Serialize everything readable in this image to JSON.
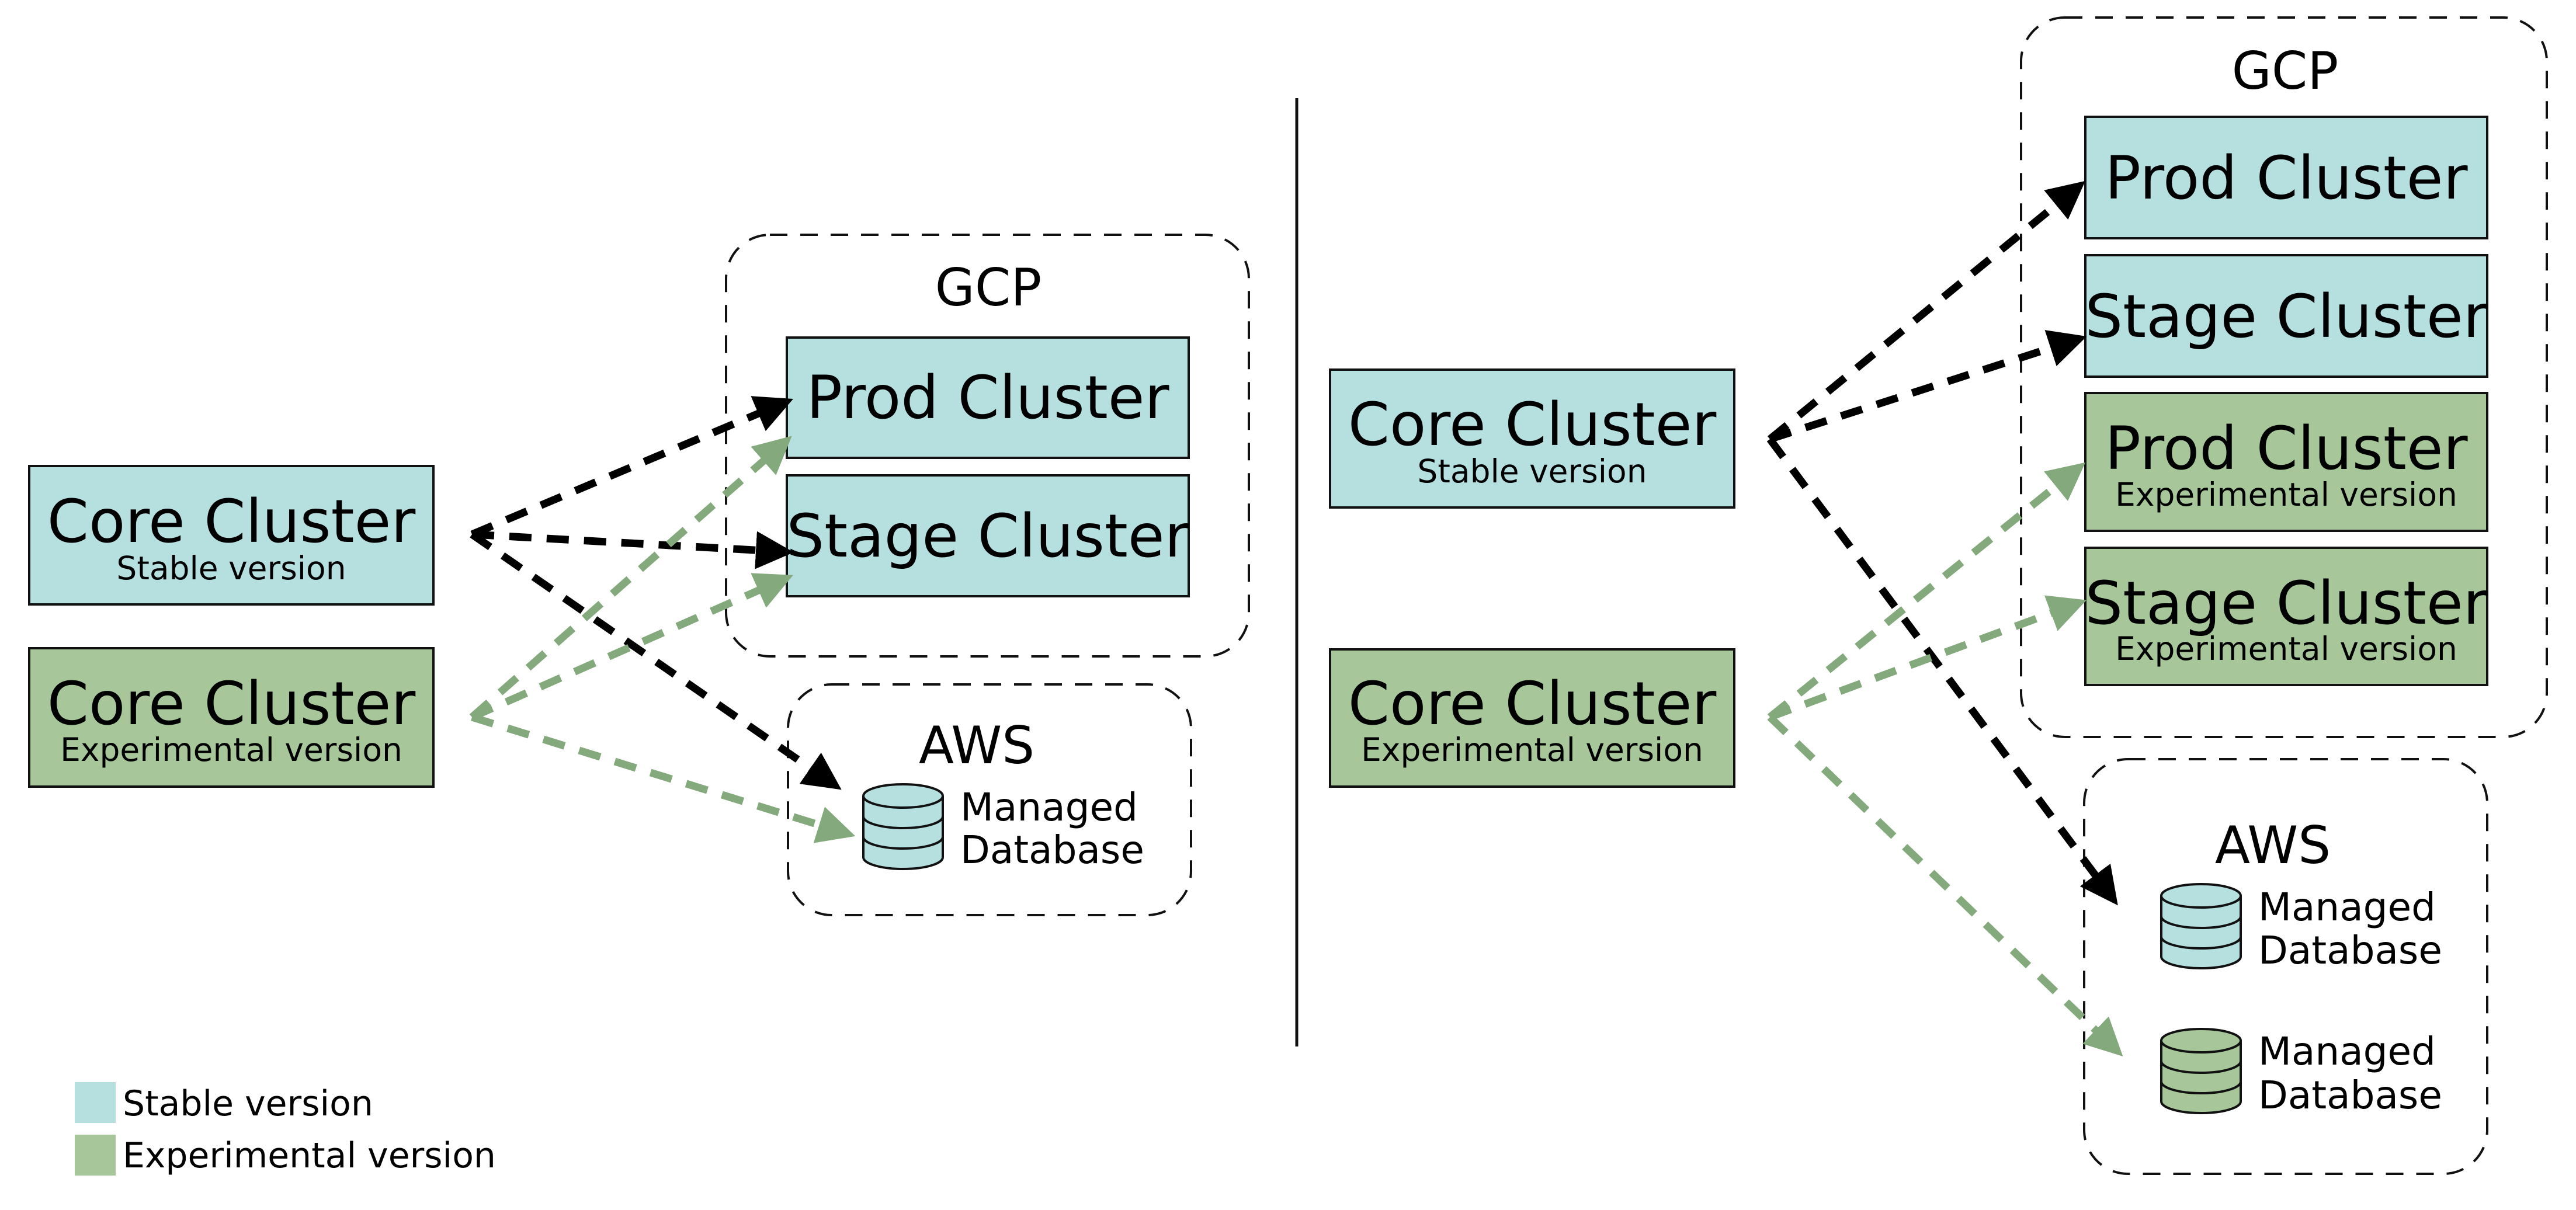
{
  "colors": {
    "stable": "#b6e0e0",
    "experimental": "#a7c79a",
    "stable_arrow": "#000000",
    "experimental_arrow": "#84a97c",
    "stroke": "#111111"
  },
  "left": {
    "core_stable": {
      "title": "Core Cluster",
      "subtitle": "Stable version"
    },
    "core_experimental": {
      "title": "Core Cluster",
      "subtitle": "Experimental version"
    },
    "gcp": {
      "title": "GCP",
      "prod": {
        "title": "Prod Cluster"
      },
      "stage": {
        "title": "Stage Cluster"
      }
    },
    "aws": {
      "title": "AWS",
      "db": {
        "label_line1": "Managed",
        "label_line2": "Database"
      }
    }
  },
  "right": {
    "core_stable": {
      "title": "Core Cluster",
      "subtitle": "Stable version"
    },
    "core_experimental": {
      "title": "Core Cluster",
      "subtitle": "Experimental version"
    },
    "gcp": {
      "title": "GCP",
      "prod_stable": {
        "title": "Prod Cluster"
      },
      "stage_stable": {
        "title": "Stage Cluster"
      },
      "prod_experimental": {
        "title": "Prod Cluster",
        "subtitle": "Experimental version"
      },
      "stage_experimental": {
        "title": "Stage Cluster",
        "subtitle": "Experimental version"
      }
    },
    "aws": {
      "title": "AWS",
      "db_stable": {
        "label_line1": "Managed",
        "label_line2": "Database"
      },
      "db_experimental": {
        "label_line1": "Managed",
        "label_line2": "Database"
      }
    }
  },
  "legend": {
    "stable": "Stable version",
    "experimental": "Experimental version"
  }
}
